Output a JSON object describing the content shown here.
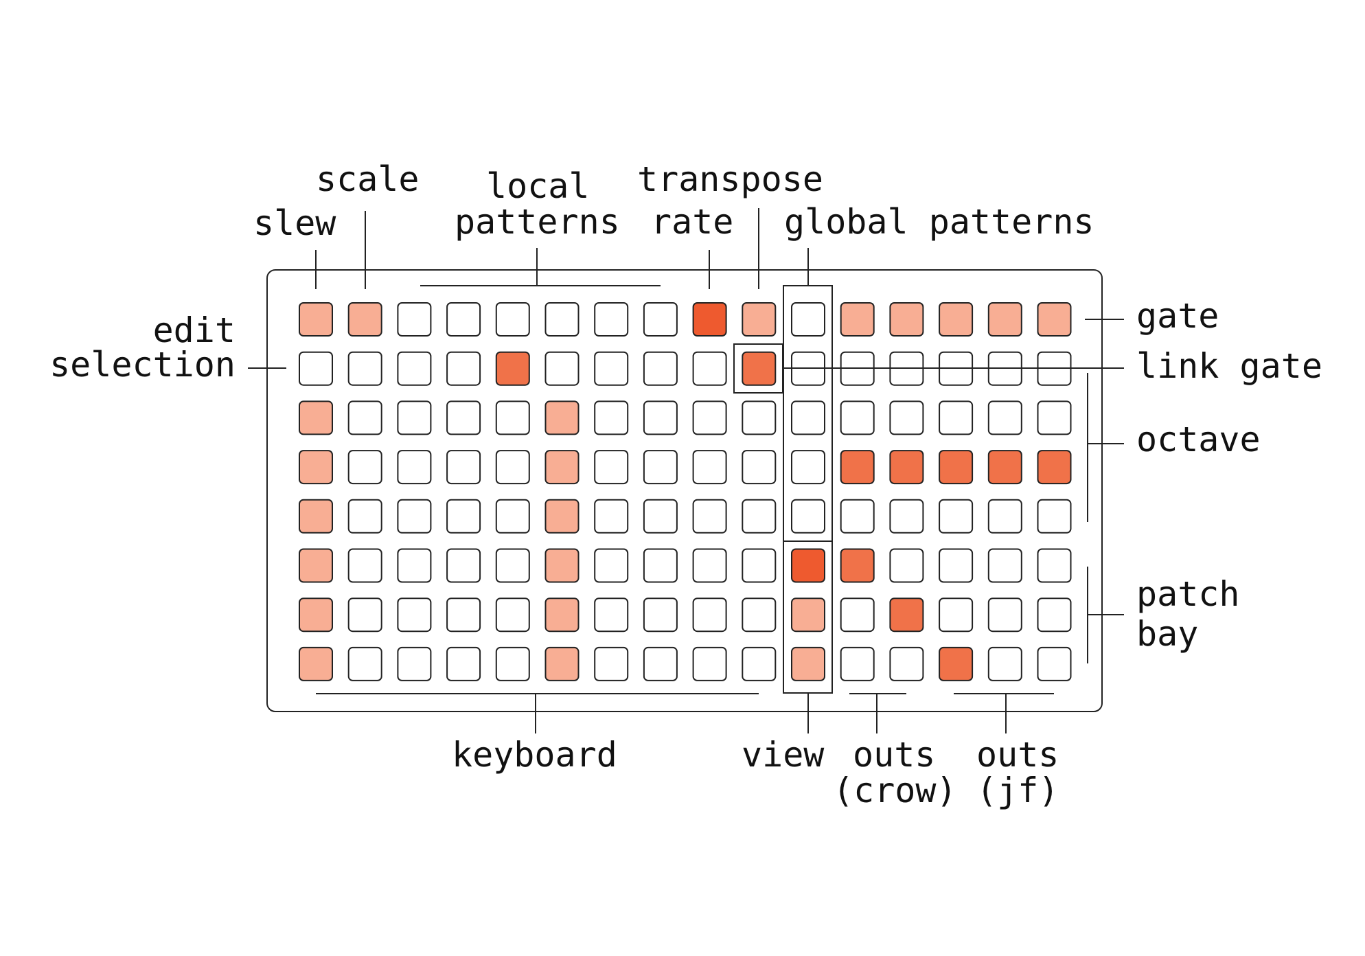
{
  "labels": {
    "slew": "slew",
    "scale": "scale",
    "local": "local",
    "patterns": "patterns",
    "transpose": "transpose",
    "rate": "rate",
    "global_patterns": "global patterns",
    "edit": "edit",
    "selection": "selection",
    "gate": "gate",
    "link_gate": "link gate",
    "octave": "octave",
    "patch": "patch",
    "bay": "bay",
    "keyboard": "keyboard",
    "view": "view",
    "outs_crow_1": "outs",
    "outs_crow_2": "(crow)",
    "outs_jf_1": "outs",
    "outs_jf_2": "(jf)"
  },
  "colors": {
    "off": "#ffffff",
    "light": "#f8ae94",
    "medium": "#f07249",
    "bright": "#ee5a2f",
    "stroke": "#222222"
  },
  "grid": {
    "columns": 16,
    "rows": 8,
    "levels_legend": "0=off, 1=light, 2=medium, 3=bright",
    "cells": [
      [
        1,
        1,
        0,
        0,
        0,
        0,
        0,
        0,
        3,
        1,
        0,
        1,
        1,
        1,
        1,
        1
      ],
      [
        0,
        0,
        0,
        0,
        2,
        0,
        0,
        0,
        0,
        2,
        0,
        0,
        0,
        0,
        0,
        0
      ],
      [
        1,
        0,
        0,
        0,
        0,
        1,
        0,
        0,
        0,
        0,
        0,
        0,
        0,
        0,
        0,
        0
      ],
      [
        1,
        0,
        0,
        0,
        0,
        1,
        0,
        0,
        0,
        0,
        0,
        2,
        2,
        2,
        2,
        2
      ],
      [
        1,
        0,
        0,
        0,
        0,
        1,
        0,
        0,
        0,
        0,
        0,
        0,
        0,
        0,
        0,
        0
      ],
      [
        1,
        0,
        0,
        0,
        0,
        1,
        0,
        0,
        0,
        0,
        3,
        2,
        0,
        0,
        0,
        0
      ],
      [
        1,
        0,
        0,
        0,
        0,
        1,
        0,
        0,
        0,
        0,
        1,
        0,
        2,
        0,
        0,
        0
      ],
      [
        1,
        0,
        0,
        0,
        0,
        1,
        0,
        0,
        0,
        0,
        1,
        0,
        0,
        2,
        0,
        0
      ]
    ]
  }
}
